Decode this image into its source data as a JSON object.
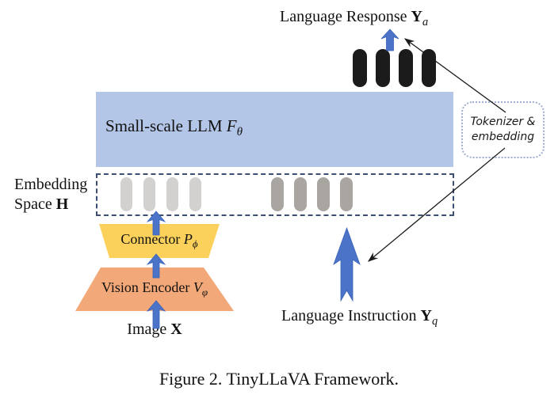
{
  "texts": {
    "language_response": {
      "label": "Language Response",
      "var": "Y",
      "sub": "a"
    },
    "llm": {
      "label": "Small-scale LLM",
      "var": "F",
      "sub": "θ"
    },
    "embedding": {
      "line1": "Embedding",
      "line2": "Space",
      "var": "H"
    },
    "connector": {
      "label": "Connector",
      "var": "P",
      "sub": "ϕ"
    },
    "vision": {
      "label": "Vision Encoder",
      "var": "V",
      "sub": "φ"
    },
    "image": {
      "label": "Image",
      "var": "X"
    },
    "instruction": {
      "label": "Language Instruction",
      "var": "Y",
      "sub": "q"
    },
    "tokenizer": {
      "line1": "Tokenizer &",
      "line2": "embedding"
    },
    "caption": "Figure 2. TinyLLaVA Framework."
  },
  "tokens": {
    "response_count": 4,
    "vision_count": 4,
    "text_count": 4
  },
  "colors": {
    "llm_box": "#b3c6e7",
    "connector": "#fcd15b",
    "vision_encoder": "#f2a878",
    "token_black": "#1b1b1b",
    "token_light_gray": "#d3d1cf",
    "token_dark_gray": "#a9a5a1",
    "arrow_blue": "#4b74c9",
    "dashed_border": "#3b4e74",
    "tokenizer_border": "#9fadd0"
  }
}
